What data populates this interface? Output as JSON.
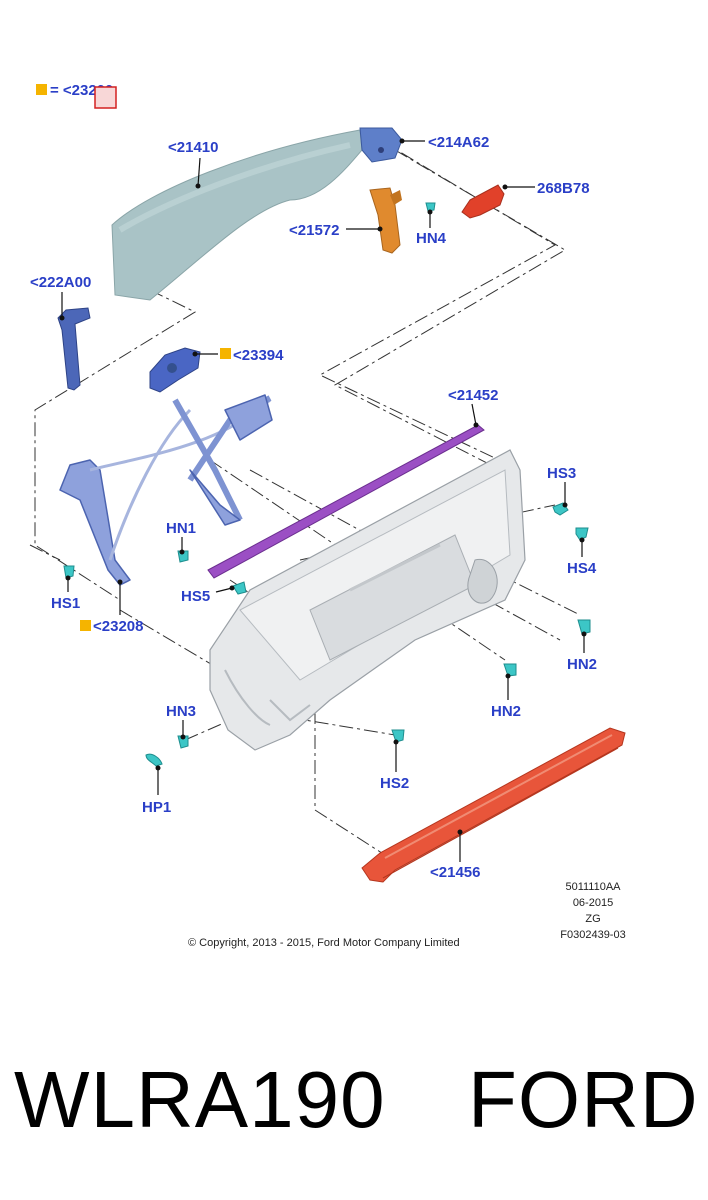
{
  "legend": {
    "marker_color": "#f5b400",
    "text": "= <23200"
  },
  "callouts": {
    "c21410": "<21410",
    "c214A62": "<214A62",
    "c268B78": "268B78",
    "c21572": "<21572",
    "cHN4": "HN4",
    "c222A00": "<222A00",
    "c23394": "<23394",
    "c21452": "<21452",
    "cHS3": "HS3",
    "cHN1": "HN1",
    "cHS4": "HS4",
    "cHS1": "HS1",
    "cHS5": "HS5",
    "c23208": "<23208",
    "cHN2a": "HN2",
    "cHN2b": "HN2",
    "cHN3": "HN3",
    "cHS2": "HS2",
    "cHP1": "HP1",
    "c21456": "<21456"
  },
  "meta": {
    "line1": "5011110AA",
    "line2": "06-2015",
    "line3": "ZG",
    "line4": "F0302439-03"
  },
  "copyright": "© Copyright, 2013 - 2015, Ford Motor Company Limited",
  "banner": {
    "left": "WLRA190",
    "right": "FORD"
  },
  "colors": {
    "callout": "#2a3fc7",
    "glass": "#a9c3c6",
    "regulator": "#5b74c7",
    "fastener": "#3cc6c6",
    "weatherstrip": "#9b4fc4",
    "sill_seal": "#e8553a",
    "bracket_orange": "#e08a2e",
    "bracket_red": "#e1412a",
    "door_panel": "#e6e8ea"
  }
}
